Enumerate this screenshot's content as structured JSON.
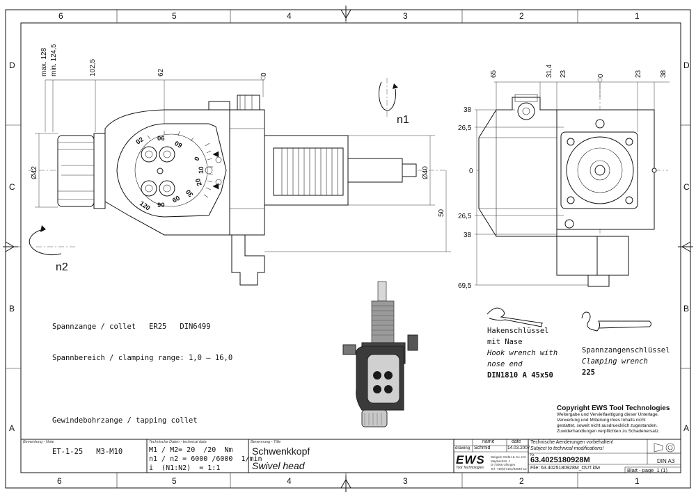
{
  "border": {
    "zones_top": [
      "6",
      "5",
      "4",
      "3",
      "2",
      "1"
    ],
    "zones_bottom": [
      "6",
      "5",
      "4",
      "3",
      "2",
      "1"
    ],
    "rows_left": [
      "D",
      "C",
      "B",
      "A"
    ],
    "rows_right": [
      "D",
      "C",
      "B",
      "A"
    ]
  },
  "front_view": {
    "dims_top": [
      "max. 128",
      "min. 124,5",
      "102,5",
      "62",
      "0"
    ],
    "dia_left": "Ø42",
    "dia_right": "Ø40",
    "dim_50": "50",
    "dial_top": [
      "02",
      "06",
      "09"
    ],
    "dial_left": [
      "120",
      "90",
      "60"
    ],
    "dial_right": [
      "0",
      "10",
      "20",
      "30"
    ],
    "rot_n1": "n1",
    "rot_n2": "n2"
  },
  "side_view": {
    "dims_top": [
      "65",
      "31,4",
      "23",
      "0",
      "23",
      "38"
    ],
    "dims_left": [
      "38",
      "26,5",
      "0",
      "26,5",
      "38",
      "69,5"
    ]
  },
  "notes": {
    "line1": "Spannzange / collet   ER25   DIN6499",
    "line2": "Spannbereich / clamping range: 1,0 – 16,0",
    "line3": "Gewindebohrzange / tapping collet",
    "line4": "ET-1-25   M3-M10"
  },
  "hook_wrench": {
    "de1": "Hakenschlüssel",
    "de2": "mit Nase",
    "en1": "Hook wrench with",
    "en2": "nose end",
    "spec": "DIN1810 A 45x50"
  },
  "clamp_wrench": {
    "de": "Spannzangenschlüssel",
    "en": "Clamping wrench",
    "spec": "225"
  },
  "copyright": {
    "title": "Copyright EWS Tool Technologies",
    "l1": "Weitergabe und Vervielfaeltigung dieser Unterlage,",
    "l2": "Verwertung und Mitteilung ihres Inhalts nicht",
    "l3": "gestattet, soweit nicht ausdruecklich zugestanden.",
    "l4": "Zuwiderhandlungen verpflichten zu Schadenersatz."
  },
  "titleblock": {
    "remark_label": "Bemerkung - Note",
    "tech_label": "Technische Daten - technical data",
    "torque": "M1 / M2= 20  /20  Nm",
    "speed": "n1 / n2 = 6000 /6000  1/min",
    "ratio": "i  (N1:N2)  = 1:1",
    "name_label": "Benennung - Title",
    "title_de": "Schwenkkopf",
    "title_en": "Swivel head",
    "col_name": "name",
    "col_date": "date",
    "drawing_label": "drawing",
    "drawer": "Schmid",
    "draw_date": "14.03.2007",
    "logo": "EWS",
    "logo_sub": "Tool Technologies",
    "addr1": "Weigele GmbH & Co. KG",
    "addr2": "Maybachstr. 1",
    "addr3": "D-73066 Uhingen",
    "addr4": "Tel. +49(0)7161/93040-12",
    "change_de": "Technische Aenderungen vorbehalten!",
    "change_en": "Subject to technical modifications!",
    "nr_label": "Nr.",
    "number": "63.4025180928M",
    "file": "File: 63.4025180928M_OUT.idw",
    "format": "DIN A3",
    "sheet": "Blatt - page  1 (1)"
  }
}
